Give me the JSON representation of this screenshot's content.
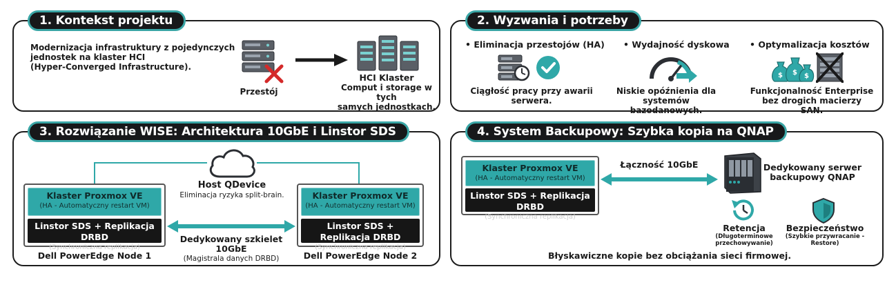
{
  "panel1": {
    "title": "1. Kontekst projektu",
    "description_lines": [
      "Modernizacja infrastruktury z pojedynczych",
      "jednostek na klaster HCI",
      "(Hyper-Converged Infrastructure)."
    ],
    "server_label": "Przestój",
    "hci_title": "HCI Klaster",
    "hci_lines": [
      "Comput i storage w tych",
      "samych jednostkach."
    ]
  },
  "panel2": {
    "title": "2. Wyzwania i potrzeby",
    "items": [
      {
        "title": "Eliminacja przestojów (HA)",
        "lines": [
          "Ciągłość pracy przy awarii",
          "serwera."
        ],
        "icon": "server-clock-check-icon"
      },
      {
        "title": "Wydajność dyskowa",
        "lines": [
          "Niskie opóźnienia dla",
          "systemów bazodanowych."
        ],
        "icon": "gauge-icon"
      },
      {
        "title": "Optymalizacja kosztów",
        "lines": [
          "Funkcjonalność Enterprise",
          "bez drogich macierzy SAN."
        ],
        "icon": "money-bags-icon"
      }
    ]
  },
  "panel3": {
    "title": "3. Rozwiązanie WISE: Architektura 10GbE i Linstor SDS",
    "qdevice_title": "Host QDevice",
    "qdevice_sub": "Eliminacja ryzyka split-brain.",
    "node1": {
      "cluster": "Klaster Proxmox VE",
      "cluster_sub": "(HA - Automatyczny restart VM)",
      "storage": "Linstor SDS + Replikacja DRBD",
      "storage_sub": "(Synchroniczna replikacja)",
      "label": "Dell PowerEdge Node 1"
    },
    "node2": {
      "cluster": "Klaster Proxmox VE",
      "cluster_sub": "(HA - Automatyczny restart VM)",
      "storage": "Linstor SDS + Replikacja DRBD",
      "storage_sub": "(Synchroniczna replikacja)",
      "label": "Dell PowerEdge Node 2"
    },
    "link_title": "Dedykowany szkielet 10GbE",
    "link_sub": "(Magistrala danych DRBD)"
  },
  "panel4": {
    "title": "4. System Backupowy: Szybka kopia na QNAP",
    "cluster": "Klaster Proxmox VE",
    "cluster_sub": "(HA - Automatyczny restart VM)",
    "storage": "Linstor SDS + Replikacja DRBD",
    "storage_sub": "(Synchroniczna replikacja)",
    "link_label": "Łączność 10GbE",
    "qnap_lines": [
      "Dedykowany serwer",
      "backupowy QNAP"
    ],
    "retention_title": "Retencja",
    "retention_sub_lines": [
      "(Długoterminowe",
      "przechowywanie)"
    ],
    "security_title": "Bezpieczeństwo",
    "security_sub": "(Szybkie przywracanie - Restore)",
    "footer": "Błyskawiczne kopie bez obciążania sieci firmowej."
  },
  "colors": {
    "teal": "#2fa8a8",
    "dark": "#161616",
    "red": "#d42a2a"
  }
}
